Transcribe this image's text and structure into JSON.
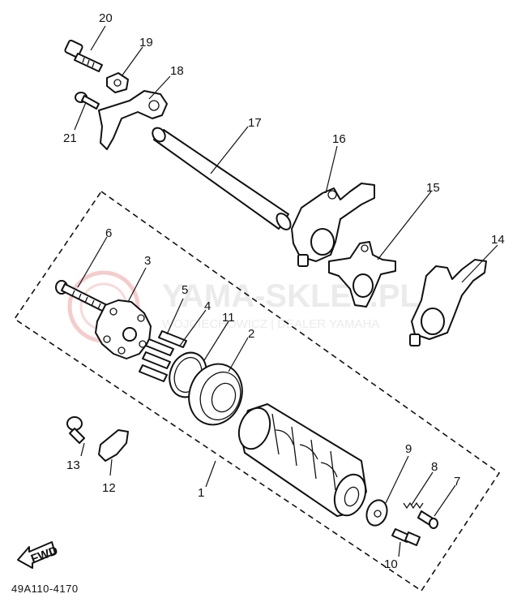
{
  "diagram": {
    "catalog_code": "49A110-4170",
    "fwd_label": "FWD",
    "watermark": {
      "brand": "YAMA-SKLEP.PL",
      "dealer": "WOJCIECHOWICZ | DEALER YAMAHA"
    },
    "callouts": {
      "p1": "1",
      "p2": "2",
      "p3": "3",
      "p4": "4",
      "p5": "5",
      "p6": "6",
      "p7": "7",
      "p8": "8",
      "p9": "9",
      "p10": "10",
      "p11": "11",
      "p12": "12",
      "p13": "13",
      "p14": "14",
      "p15": "15",
      "p16": "16",
      "p17": "17",
      "p18": "18",
      "p19": "19",
      "p20": "20",
      "p21": "21"
    }
  }
}
